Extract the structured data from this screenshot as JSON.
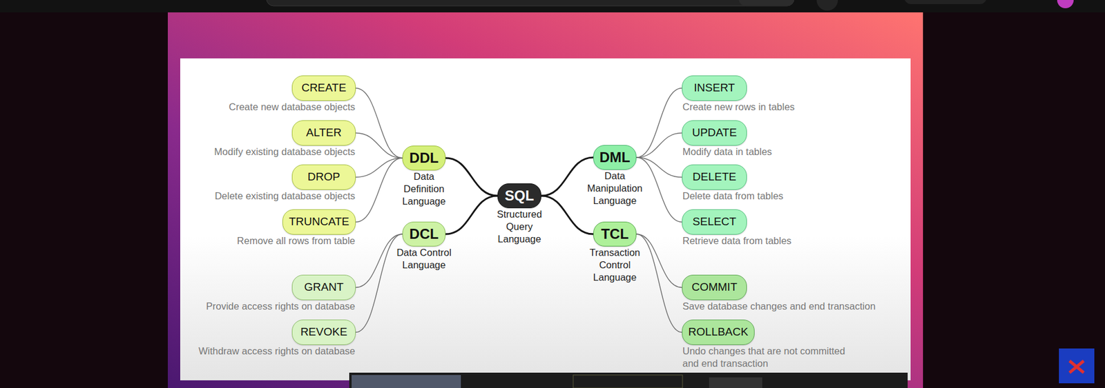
{
  "diagram": {
    "nodes": [
      {
        "text": [
          "SQL",
          "Structured Query Language"
        ]
      },
      {
        "text": [
          "DDL",
          "Data Definition Language"
        ]
      },
      {
        "text": [
          "CREATE",
          "Create new database objects"
        ]
      },
      {
        "text": [
          "ALTER",
          "Modify existing database objects"
        ]
      },
      {
        "text": [
          "DROP",
          "Delete existing database objects"
        ]
      },
      {
        "text": [
          "TRUNCATE",
          "Remove all rows from table"
        ]
      },
      {
        "text": [
          "DCL",
          "Data Control Language"
        ]
      },
      {
        "text": [
          "GRANT",
          "Provide access rights on database"
        ]
      },
      {
        "text": [
          "REVOKE",
          "Withdraw access rights on database"
        ]
      },
      {
        "text": [
          "DML",
          "Data Manipulation Language"
        ]
      },
      {
        "text": [
          "INSERT",
          "Create new rows in tables"
        ]
      },
      {
        "text": [
          "UPDATE",
          "Modify data in tables"
        ]
      },
      {
        "text": [
          "DELETE",
          "Delete data from tables"
        ]
      },
      {
        "text": [
          "SELECT",
          "Retrieve data from tables"
        ]
      },
      {
        "text": [
          "TCL",
          "Transaction Control Language"
        ]
      },
      {
        "text": [
          "COMMIT",
          "Save database changes and end transaction"
        ]
      },
      {
        "text": [
          "ROLLBACK",
          "Undo changes that are not committed and end transaction"
        ]
      }
    ],
    "edges": [
      {
        "from": 0,
        "to": 1,
        "arrow": "none"
      },
      {
        "from": 0,
        "to": 6,
        "arrow": "none"
      },
      {
        "from": 0,
        "to": 9,
        "arrow": "none"
      },
      {
        "from": 0,
        "to": 14,
        "arrow": "none"
      },
      {
        "from": 1,
        "to": 2,
        "arrow": "none"
      },
      {
        "from": 1,
        "to": 3,
        "arrow": "none"
      },
      {
        "from": 1,
        "to": 4,
        "arrow": "none"
      },
      {
        "from": 1,
        "to": 5,
        "arrow": "none"
      },
      {
        "from": 6,
        "to": 7,
        "arrow": "none"
      },
      {
        "from": 6,
        "to": 8,
        "arrow": "none"
      },
      {
        "from": 9,
        "to": 10,
        "arrow": "none"
      },
      {
        "from": 9,
        "to": 11,
        "arrow": "none"
      },
      {
        "from": 9,
        "to": 12,
        "arrow": "none"
      },
      {
        "from": 9,
        "to": 13,
        "arrow": "none"
      },
      {
        "from": 14,
        "to": 15,
        "arrow": "none"
      },
      {
        "from": 14,
        "to": 16,
        "arrow": "none"
      }
    ]
  }
}
